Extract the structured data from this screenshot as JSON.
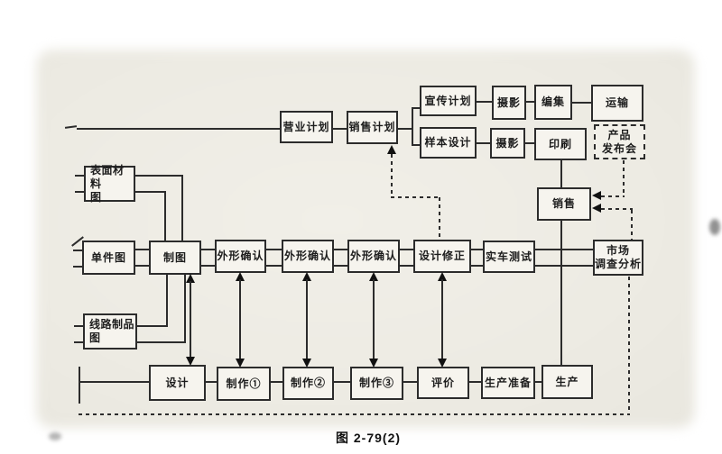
{
  "figure": {
    "caption": "图 2-79(2)"
  },
  "colors": {
    "ink": "#2c2c2c",
    "paper": "#f1efe8",
    "box_fill": "#f6f4ee"
  },
  "nodes": {
    "business_plan": {
      "label": "营业计划"
    },
    "sales_plan": {
      "label": "销售计划"
    },
    "publicity_plan": {
      "label": "宣传计划"
    },
    "photo_shoot_top": {
      "label": "摄影"
    },
    "editing": {
      "label": "编集"
    },
    "transport": {
      "label": "运输"
    },
    "sample_design": {
      "label": "样本设计"
    },
    "photo_shoot_bottom": {
      "label": "摄影"
    },
    "printing": {
      "label": "印刷"
    },
    "product_launch": {
      "line1": "产品",
      "line2": "发布会"
    },
    "sales": {
      "label": "销售"
    },
    "surface_material_drawing": {
      "line1": "表面材料",
      "line2": "图"
    },
    "single_part_drawing": {
      "label": "单件图"
    },
    "drafting": {
      "label": "制图"
    },
    "shape_confirm_1": {
      "label": "外形确认"
    },
    "shape_confirm_2": {
      "label": "外形确认"
    },
    "shape_confirm_3": {
      "label": "外形确认"
    },
    "design_revision": {
      "label": "设计修正"
    },
    "road_test": {
      "label": "实车测试"
    },
    "market_research": {
      "line1": "市场",
      "line2": "调查分析"
    },
    "wiring_parts_drawing": {
      "line1": "线路制品",
      "line2": "图"
    },
    "design": {
      "label": "设计"
    },
    "make_1": {
      "label": "制作①"
    },
    "make_2": {
      "label": "制作②"
    },
    "make_3": {
      "label": "制作③"
    },
    "evaluation": {
      "label": "评价"
    },
    "production_prep": {
      "label": "生产准备"
    },
    "production": {
      "label": "生产"
    }
  }
}
